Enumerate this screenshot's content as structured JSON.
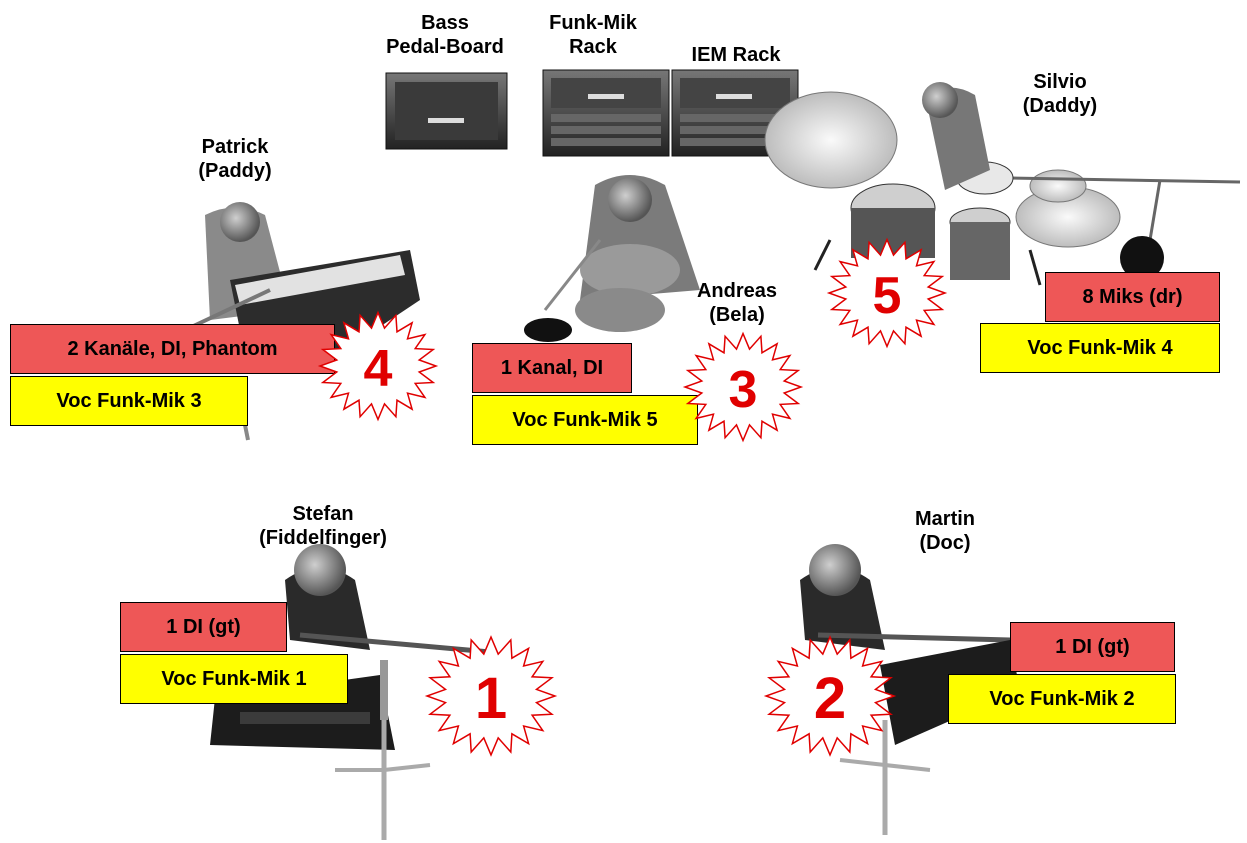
{
  "racks": {
    "bass_board": "Bass\nPedal-Board",
    "funk_rack": "Funk-Mik\nRack",
    "iem_rack": "IEM Rack"
  },
  "musicians": {
    "patrick": {
      "name": "Patrick\n(Paddy)",
      "channels": "2 Kanäle, DI, Phantom",
      "voc": "Voc Funk-Mik 3",
      "number": "4"
    },
    "andreas": {
      "name": "Andreas\n(Bela)",
      "channels": "1 Kanal, DI",
      "voc": "Voc Funk-Mik 5",
      "number": "3"
    },
    "silvio": {
      "name": "Silvio\n(Daddy)",
      "channels": "8 Miks (dr)",
      "voc": "Voc Funk-Mik 4",
      "number": "5"
    },
    "stefan": {
      "name": "Stefan\n(Fiddelfinger)",
      "channels": "1 DI (gt)",
      "voc": "Voc Funk-Mik 1",
      "number": "1"
    },
    "martin": {
      "name": "Martin\n(Doc)",
      "channels": "1 DI (gt)",
      "voc": "Voc Funk-Mik 2",
      "number": "2"
    }
  },
  "colors": {
    "channel_box": "#ee5757",
    "voc_box": "#ffff00",
    "star_number": "#e00000"
  }
}
